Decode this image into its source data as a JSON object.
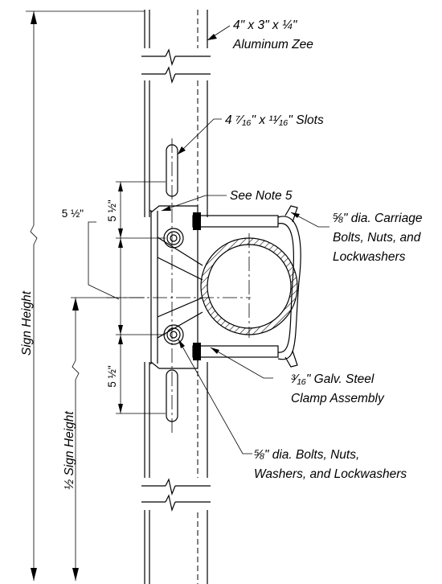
{
  "colors": {
    "line": "#000000",
    "background": "#ffffff"
  },
  "labels": {
    "zee": [
      "4\" x 3\" x ¼\"",
      "Aluminum Zee"
    ],
    "slots": "4 ⁷⁄₁₆\" x ¹¹⁄₁₆\" Slots",
    "note": "See Note 5",
    "carriage": [
      "⅝\" dia. Carriage",
      "Bolts, Nuts, and",
      "Lockwashers"
    ],
    "clamp": [
      "³⁄₁₆\" Galv. Steel",
      "Clamp Assembly"
    ],
    "bolts": [
      "⅝\" dia. Bolts, Nuts,",
      "Washers, and Lockwashers"
    ]
  },
  "dimensions": {
    "sign_height": "Sign Height",
    "half_sign_height": "½ Sign Height",
    "upper_spacing": "5 ½\"",
    "lower_spacing": "5 ½\"",
    "center_offset": "5 ½\""
  }
}
